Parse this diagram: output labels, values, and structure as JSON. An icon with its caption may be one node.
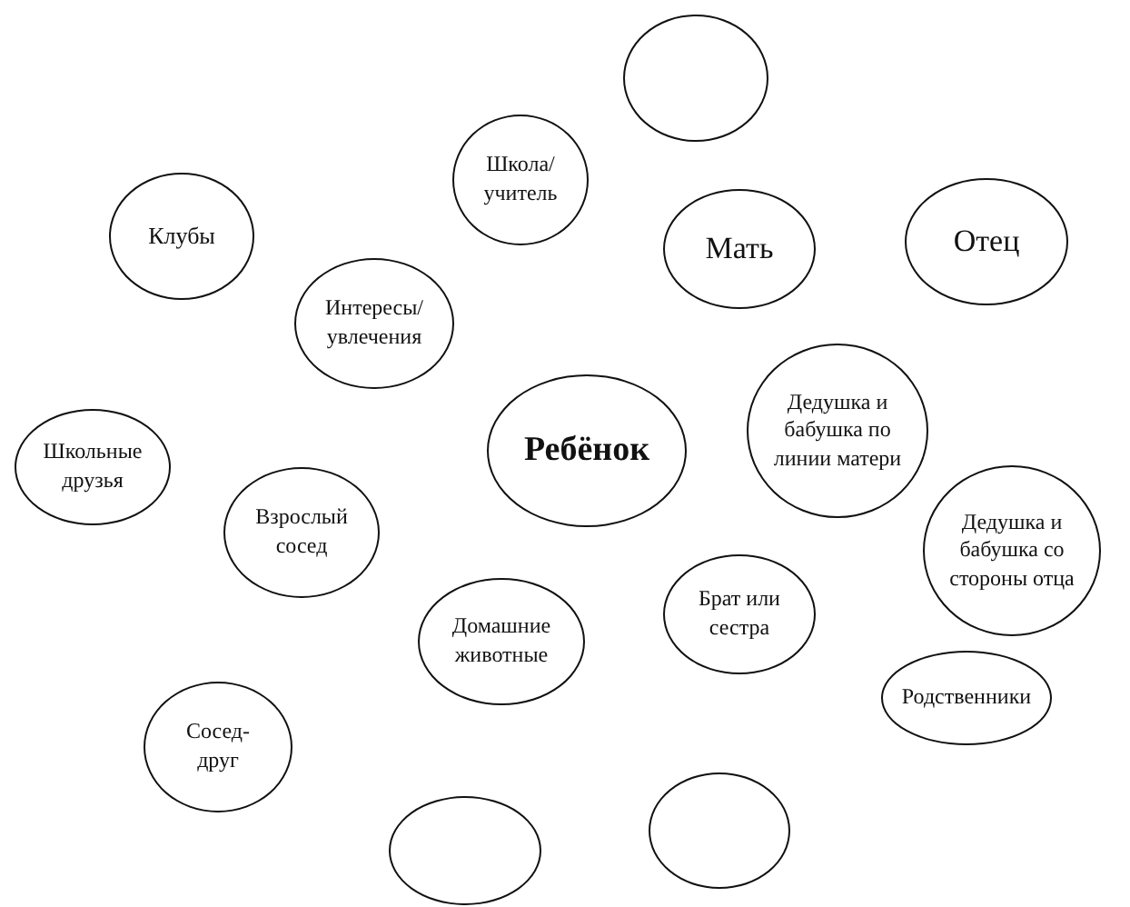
{
  "diagram": {
    "nodes": [
      {
        "text": [],
        "shape": "ellipse"
      },
      {
        "text": [
          "Школа/ учитель"
        ]
      },
      {
        "text": [
          "Клубы"
        ]
      },
      {
        "text": [
          "Мать"
        ]
      },
      {
        "text": [
          "Отец"
        ]
      },
      {
        "text": [
          "Интересы/ увлечения"
        ]
      },
      {
        "text": [
          "Дедушка и бабушка по линии матери"
        ]
      },
      {
        "text": [
          "Школьные друзья"
        ]
      },
      {
        "text": [
          "Ребёнок"
        ]
      },
      {
        "text": [
          "Взрослый сосед"
        ]
      },
      {
        "text": [
          "Дедушка и бабушка со стороны отца"
        ]
      },
      {
        "text": [
          "Брат или сестра"
        ]
      },
      {
        "text": [
          "Домашние животные"
        ]
      },
      {
        "text": [
          "Родственники"
        ]
      },
      {
        "text": [
          "Сосед-друг"
        ]
      },
      {
        "text": [],
        "shape": "ellipse"
      },
      {
        "text": [],
        "shape": "ellipse"
      }
    ]
  }
}
